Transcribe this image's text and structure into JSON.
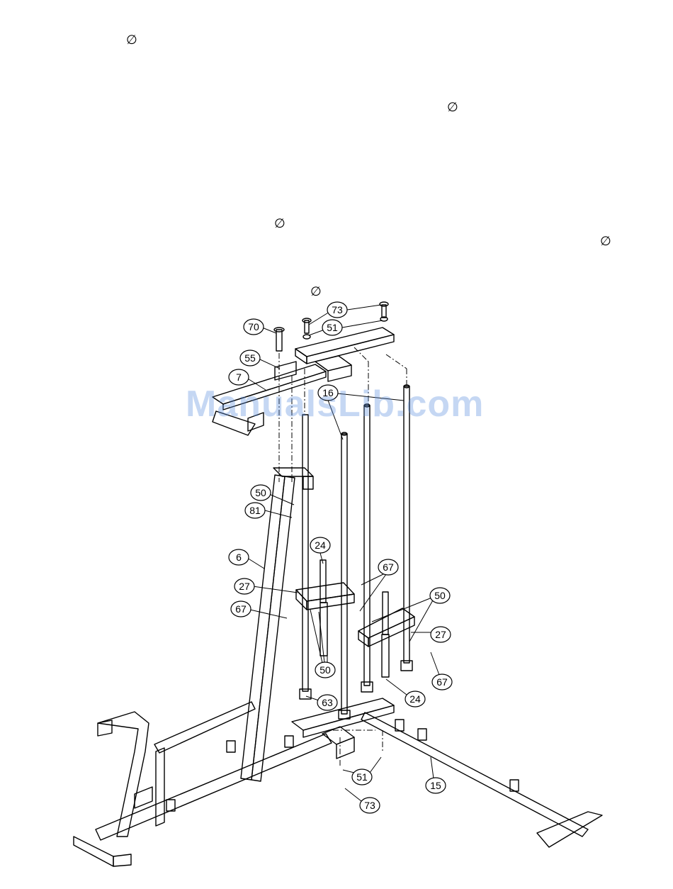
{
  "diameter_symbols": [
    "∅",
    "∅",
    "∅",
    "∅",
    "∅"
  ],
  "watermark": "ManualsLib.com",
  "callouts": {
    "c73a": "73",
    "c51a": "51",
    "c70": "70",
    "c55": "55",
    "c7": "7",
    "c16": "16",
    "c50a": "50",
    "c81": "81",
    "c24a": "24",
    "c6": "6",
    "c67a": "67",
    "c27a": "27",
    "c67b": "67",
    "c50b": "50",
    "c27b": "27",
    "c50c": "50",
    "c67c": "67",
    "c63": "63",
    "c24b": "24",
    "c51b": "51",
    "c15": "15",
    "c73b": "73"
  }
}
